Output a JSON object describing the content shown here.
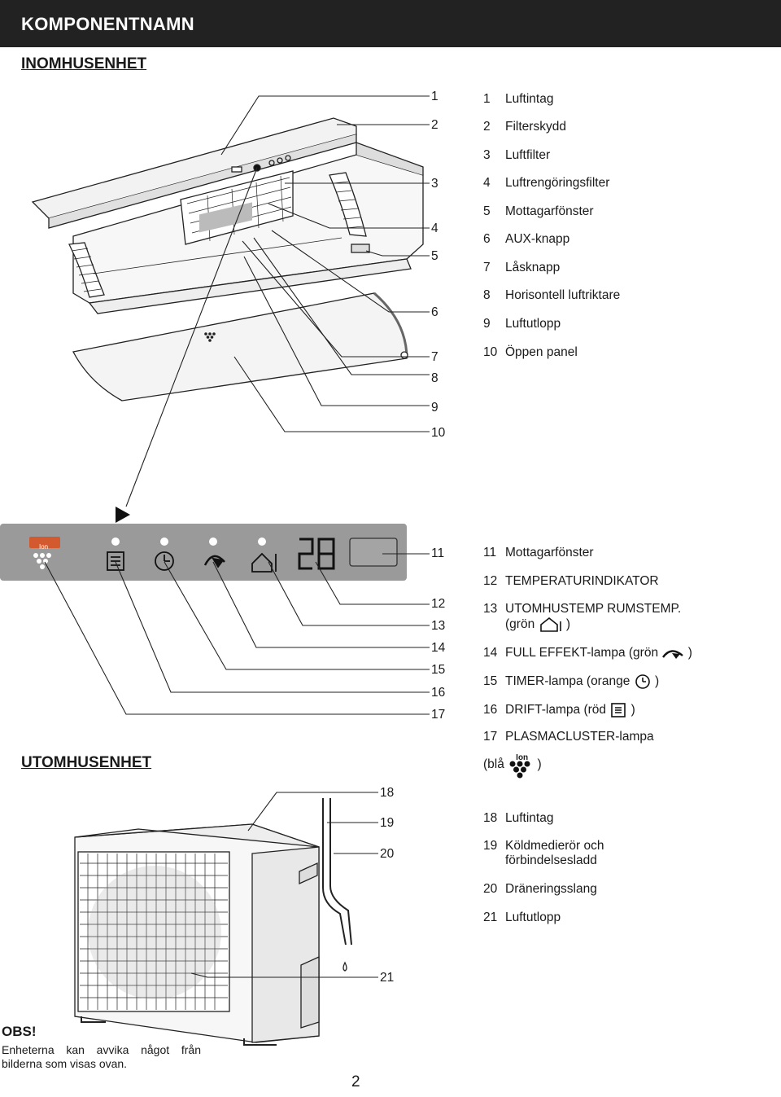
{
  "header": {
    "title": "KOMPONENTNAMN"
  },
  "indoor": {
    "heading": "INOMHUSENHET",
    "callouts": [
      "1",
      "2",
      "3",
      "4",
      "5",
      "6",
      "7",
      "8",
      "9",
      "10"
    ],
    "legend": [
      {
        "n": "1",
        "text": "Luftintag"
      },
      {
        "n": "2",
        "text": "Filterskydd"
      },
      {
        "n": "3",
        "text": "Luftfilter"
      },
      {
        "n": "4",
        "text": "Luftrengöringsfilter"
      },
      {
        "n": "5",
        "text": "Mottagarfönster"
      },
      {
        "n": "6",
        "text": "AUX-knapp"
      },
      {
        "n": "7",
        "text": "Låsknapp"
      },
      {
        "n": "8",
        "text": "Horisontell luftriktare"
      },
      {
        "n": "9",
        "text": "Luftutlopp"
      },
      {
        "n": "10",
        "text": "Öppen panel"
      }
    ]
  },
  "display_panel": {
    "temperature_readout": "28",
    "ion_label": "Ion",
    "callouts": [
      "11",
      "12",
      "13",
      "14",
      "15",
      "16",
      "17"
    ],
    "legend": [
      {
        "n": "11",
        "text": "Mottagarfönster"
      },
      {
        "n": "12",
        "text": "TEMPERATURINDIKATOR"
      },
      {
        "n": "13",
        "text": "UTOMHUSTEMP RUMSTEMP.",
        "line2": "(grön",
        "icon": "house-thermometer-icon",
        "close": ")"
      },
      {
        "n": "14",
        "text": "FULL EFFEKT-lampa (grön",
        "icon": "full-power-icon",
        "close": ")"
      },
      {
        "n": "15",
        "text": "TIMER-lampa (orange",
        "icon": "timer-icon",
        "close": ")"
      },
      {
        "n": "16",
        "text": "DRIFT-lampa (röd",
        "icon": "operation-icon",
        "close": ")"
      },
      {
        "n": "17",
        "text": "PLASMACLUSTER-lampa",
        "line2": "(blå",
        "icon": "plasmacluster-ion-icon",
        "close": ")",
        "icon_label": "Ion"
      }
    ]
  },
  "outdoor": {
    "heading": "UTOMHUSENHET",
    "callouts": [
      "18",
      "19",
      "20",
      "21"
    ],
    "legend": [
      {
        "n": "18",
        "text": "Luftintag"
      },
      {
        "n": "19",
        "text": "Köldmedierör och",
        "line2": "förbindelsesladd"
      },
      {
        "n": "20",
        "text": "Dräneringsslang"
      },
      {
        "n": "21",
        "text": "Luftutlopp"
      }
    ]
  },
  "note": {
    "title": "OBS!",
    "text": "Enheterna kan avvika något från bilderna som visas ovan."
  },
  "page_number": "2"
}
